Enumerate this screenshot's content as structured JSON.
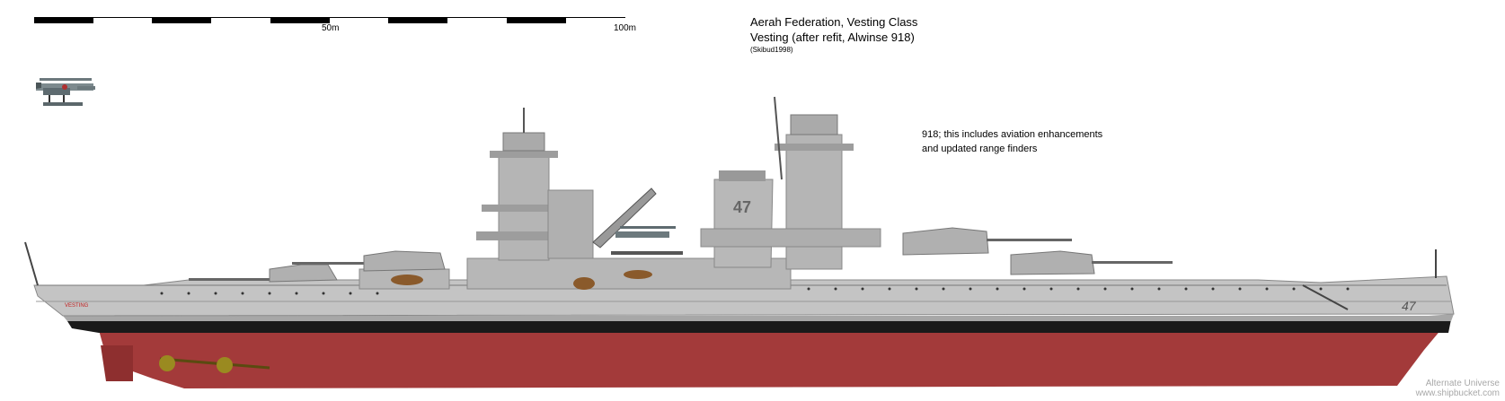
{
  "scale": {
    "label_50": "50m",
    "label_100": "100m"
  },
  "title": {
    "line1": "Aerah Federation, Vesting Class",
    "line2": "Vesting (after refit, Alwinse 918)",
    "author": "(Skibud1998)"
  },
  "note": {
    "line1": "918; this includes aviation enhancements",
    "line2": "and updated range finders"
  },
  "hull_markings": {
    "name": "VESTING",
    "pennant_bow": "47",
    "pennant_funnel": "47"
  },
  "credit": {
    "line1": "Alternate Universe",
    "line2": "www.shipbucket.com"
  },
  "colors": {
    "upper_hull": "#c4c4c4",
    "superstructure": "#b7b7b7",
    "boot_top": "#1a1a1a",
    "lower_hull": "#a33a3a",
    "dark_red": "#7a2626",
    "wood": "#8a5a2b"
  }
}
